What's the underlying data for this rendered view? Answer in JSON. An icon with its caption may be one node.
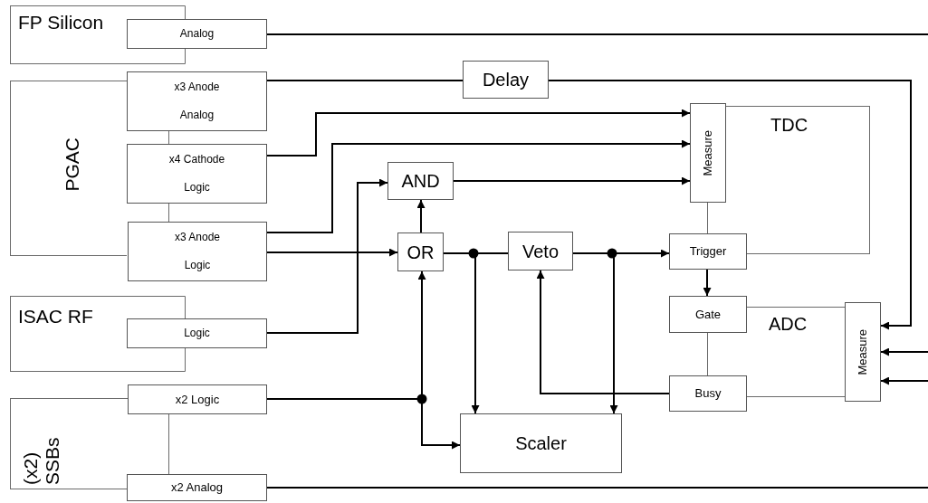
{
  "diagram": {
    "nodes": [
      {
        "text": [
          "FP Silicon"
        ]
      },
      {
        "text": [
          "Analog"
        ]
      },
      {
        "text": [
          "PGAC"
        ]
      },
      {
        "text": [
          "x3 Anode Analog"
        ]
      },
      {
        "text": [
          "x4 Cathode Logic"
        ]
      },
      {
        "text": [
          "x3 Anode Logic"
        ]
      },
      {
        "text": [
          "Delay"
        ]
      },
      {
        "text": [
          "AND"
        ]
      },
      {
        "text": [
          "OR"
        ]
      },
      {
        "text": [
          "Veto"
        ]
      },
      {
        "text": [
          "TDC"
        ]
      },
      {
        "text": [
          "Measure"
        ]
      },
      {
        "text": [
          "Trigger"
        ]
      },
      {
        "text": [
          "ISAC RF"
        ]
      },
      {
        "text": [
          "Logic"
        ]
      },
      {
        "text": [
          "ADC"
        ]
      },
      {
        "text": [
          "Gate"
        ]
      },
      {
        "text": [
          "Busy"
        ]
      },
      {
        "text": [
          "Measure"
        ]
      },
      {
        "text": [
          "(x2) SSBs"
        ]
      },
      {
        "text": [
          "x2 Logic"
        ]
      },
      {
        "text": [
          "Scaler"
        ]
      },
      {
        "text": [
          "x2 Analog"
        ]
      }
    ],
    "edges": [
      {
        "from": 1,
        "to": null,
        "arrow": "none"
      },
      {
        "from": 3,
        "to": 6,
        "arrow": "none"
      },
      {
        "from": 6,
        "to": 18,
        "arrow": "to"
      },
      {
        "from": 4,
        "to": 11,
        "arrow": "to"
      },
      {
        "from": 5,
        "to": 11,
        "arrow": "to"
      },
      {
        "from": 5,
        "to": 8,
        "arrow": "to"
      },
      {
        "from": 14,
        "to": 7,
        "arrow": "to"
      },
      {
        "from": 8,
        "to": 7,
        "arrow": "to"
      },
      {
        "from": 7,
        "to": 11,
        "arrow": "to"
      },
      {
        "from": 8,
        "to": 9,
        "arrow": "none"
      },
      {
        "from": 8,
        "to": 21,
        "arrow": "to"
      },
      {
        "from": 9,
        "to": 12,
        "arrow": "to"
      },
      {
        "from": 9,
        "to": 21,
        "arrow": "to"
      },
      {
        "from": 20,
        "to": 8,
        "arrow": "to"
      },
      {
        "from": 20,
        "to": 21,
        "arrow": "to"
      },
      {
        "from": 17,
        "to": 9,
        "arrow": "to"
      },
      {
        "from": 12,
        "to": 16,
        "arrow": "to"
      },
      {
        "from": null,
        "to": 18,
        "arrow": "to"
      },
      {
        "from": null,
        "to": 18,
        "arrow": "to"
      },
      {
        "from": 22,
        "to": null,
        "arrow": "none"
      }
    ]
  }
}
